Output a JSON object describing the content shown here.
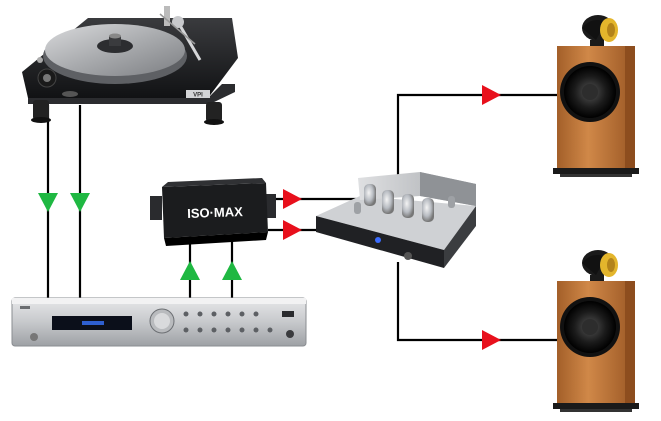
{
  "iso_box": {
    "label": "ISO·MAX"
  },
  "turntable": {
    "badge": "VPI"
  },
  "colors": {
    "signal_in": "#1fb842",
    "signal_out": "#e8101c",
    "wire": "#000000",
    "speaker_wood": "#c47a3c"
  },
  "devices": [
    "turntable",
    "preamplifier",
    "iso-max-isolator",
    "tube-amplifier",
    "speaker-top",
    "speaker-bottom"
  ],
  "icons": {
    "down_arrow": "green-down-triangle",
    "up_arrow": "green-up-triangle",
    "right_arrow": "red-right-triangle"
  }
}
